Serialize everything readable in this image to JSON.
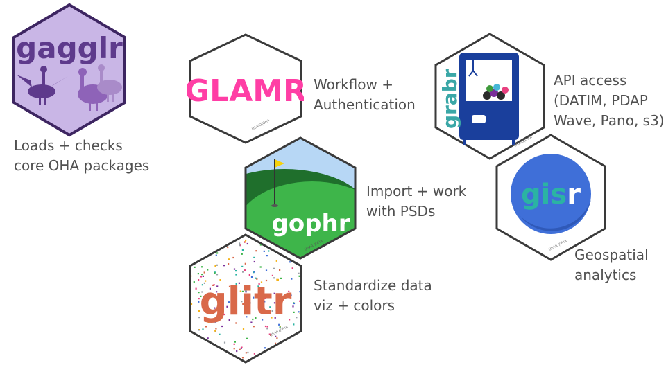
{
  "packages": {
    "gagglr": {
      "name": "gagglr",
      "description": "Loads + checks\ncore OHA packages",
      "fill": "#c3b1e1",
      "accent": "#5e3a8c"
    },
    "glamr": {
      "name": "GLAMR",
      "description": "Workflow +\nAuthentication",
      "accent": "#ff3ea5"
    },
    "grabr": {
      "name": "grabr",
      "description": "API access\n(DATIM, PDAP\nWave, Pano, s3)",
      "accent": "#1a3f9c",
      "text_color": "#3aa7a7"
    },
    "gophr": {
      "name": "gophr",
      "description": "Import + work\nwith PSDs",
      "accent": "#3eb54a"
    },
    "gisr": {
      "name": "gisr",
      "description": "Geospatial\nanalytics",
      "accent": "#3f6fd8",
      "text_color": "#2bb3a3"
    },
    "glitr": {
      "name": "glitr",
      "description": "Standardize data\nviz + colors",
      "accent": "#d9694a"
    }
  },
  "signature": "USAID|OHA"
}
